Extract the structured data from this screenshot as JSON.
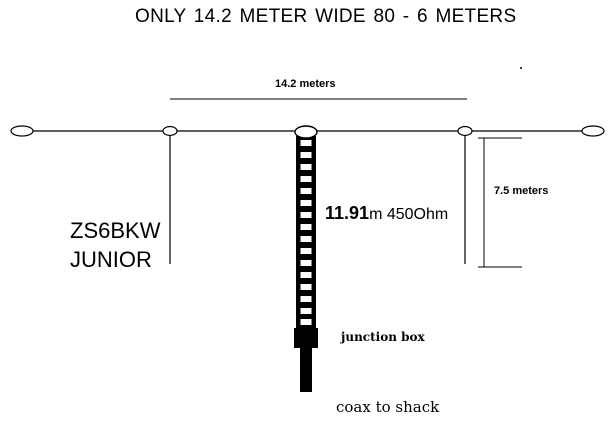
{
  "title": "ONLY  14.2 METER WIDE  80 - 6 METERS",
  "labels": {
    "span": "14.2 meters",
    "leg": "7.5 meters",
    "model_line1": "ZS6BKW",
    "model_line2": "JUNIOR",
    "feed_length": "11.91",
    "feed_unit": "m 450Ohm",
    "junction": "junction box",
    "coax": "coax to shack"
  }
}
